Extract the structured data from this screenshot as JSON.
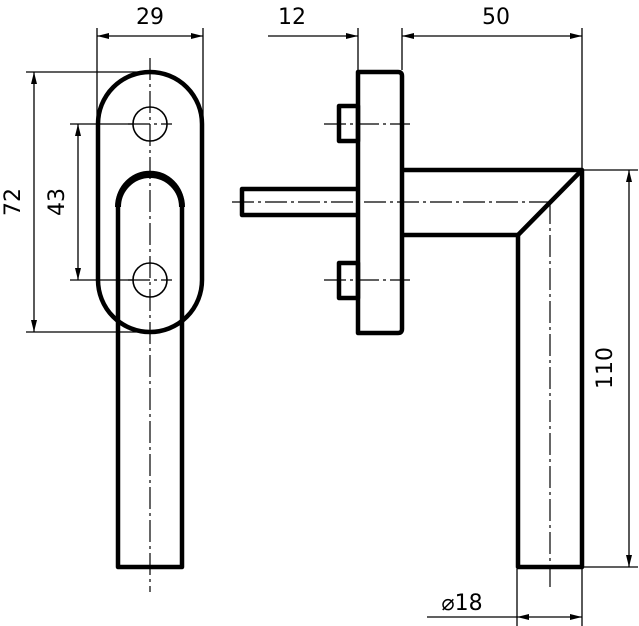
{
  "drawing": {
    "title": "Window handle technical drawing",
    "line_color": "#000000",
    "background": "#ffffff"
  },
  "dimensions": {
    "plate_width": "29",
    "plate_height": "72",
    "hole_spacing": "43",
    "rosette_to_spindle": "12",
    "lever_projection": "50",
    "lever_length": "110",
    "lever_diameter": "⌀18"
  },
  "views": [
    {
      "name": "front-view",
      "parts": [
        "oval-rosette-plate",
        "mounting-holes",
        "lever"
      ]
    },
    {
      "name": "side-view",
      "parts": [
        "rosette",
        "screws",
        "spindle",
        "angled-lever"
      ]
    }
  ]
}
